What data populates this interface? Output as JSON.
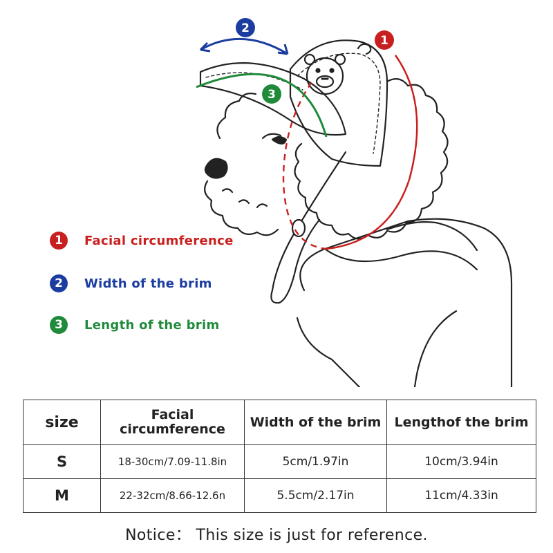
{
  "colors": {
    "red": "#c8201e",
    "blue": "#1b3da0",
    "green": "#1f8a3a"
  },
  "illustration": {
    "marker_1": "1",
    "marker_2": "2",
    "marker_3": "3"
  },
  "legend": [
    {
      "number": "1",
      "label": "Facial circumference",
      "color": "#c8201e"
    },
    {
      "number": "2",
      "label": "Width of the brim",
      "color": "#1b3da0"
    },
    {
      "number": "3",
      "label": "Length of the brim",
      "color": "#1f8a3a"
    }
  ],
  "table": {
    "headers": [
      "size",
      "Facial circumference",
      "Width of the brim",
      "Lengthof the brim"
    ],
    "rows": [
      [
        "S",
        "18-30cm/7.09-11.8in",
        "5cm/1.97in",
        "10cm/3.94in"
      ],
      [
        "M",
        "22-32cm/8.66-12.6n",
        "5.5cm/2.17in",
        "11cm/4.33in"
      ]
    ]
  },
  "notice": "Notice：  This size is just for reference."
}
